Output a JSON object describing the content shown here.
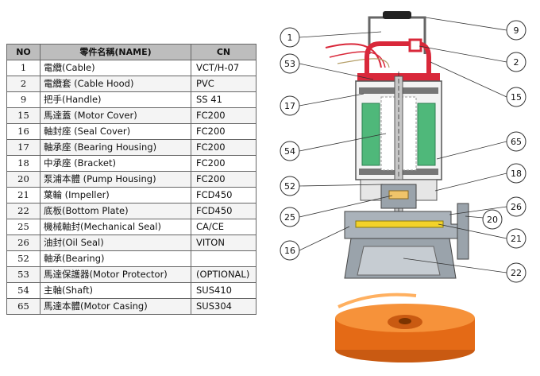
{
  "table": {
    "headers": [
      "NO",
      "零件名稱(NAME)",
      "CN"
    ],
    "rows": [
      {
        "no": "1",
        "name": "電纜(Cable)",
        "cn": "VCT/H-07"
      },
      {
        "no": "2",
        "name": "電纜套 (Cable Hood)",
        "cn": "PVC"
      },
      {
        "no": "9",
        "name": "把手(Handle)",
        "cn": "SS 41"
      },
      {
        "no": "15",
        "name": "馬達蓋 (Motor Cover)",
        "cn": "FC200"
      },
      {
        "no": "16",
        "name": "軸封座 (Seal Cover)",
        "cn": "FC200"
      },
      {
        "no": "17",
        "name": "軸承座 (Bearing Housing)",
        "cn": "FC200"
      },
      {
        "no": "18",
        "name": "中承座 (Bracket)",
        "cn": "FC200"
      },
      {
        "no": "20",
        "name": "泵浦本體 (Pump Housing)",
        "cn": "FC200"
      },
      {
        "no": "21",
        "name": "葉輪 (Impeller)",
        "cn": "FCD450"
      },
      {
        "no": "22",
        "name": "底板(Bottom Plate)",
        "cn": "FCD450"
      },
      {
        "no": "25",
        "name": "機械軸封(Mechanical Seal)",
        "cn": "CA/CE"
      },
      {
        "no": "26",
        "name": "油封(Oil Seal)",
        "cn": "VITON"
      },
      {
        "no": "52",
        "name": "軸承(Bearing)",
        "cn": ""
      },
      {
        "no": "53",
        "name": "馬達保護器(Motor Protector)",
        "cn": "(OPTIONAL)"
      },
      {
        "no": "54",
        "name": "主軸(Shaft)",
        "cn": "SUS410"
      },
      {
        "no": "65",
        "name": "馬達本體(Motor Casing)",
        "cn": "SUS304"
      }
    ]
  },
  "callouts": {
    "c1": "1",
    "c53": "53",
    "c17": "17",
    "c54": "54",
    "c52": "52",
    "c25": "25",
    "c16": "16",
    "c9": "9",
    "c2": "2",
    "c15": "15",
    "c65": "65",
    "c18": "18",
    "c26": "26",
    "c20": "20",
    "c21": "21",
    "c22": "22"
  },
  "colors": {
    "motor_cover": "#d9283a",
    "stator_winding": "#4fb87a",
    "impeller": "#f07a1e",
    "cable_hood_handle": "#222222",
    "casing_gray": "#9aa3ab",
    "table_header": "#bdbdbd"
  }
}
